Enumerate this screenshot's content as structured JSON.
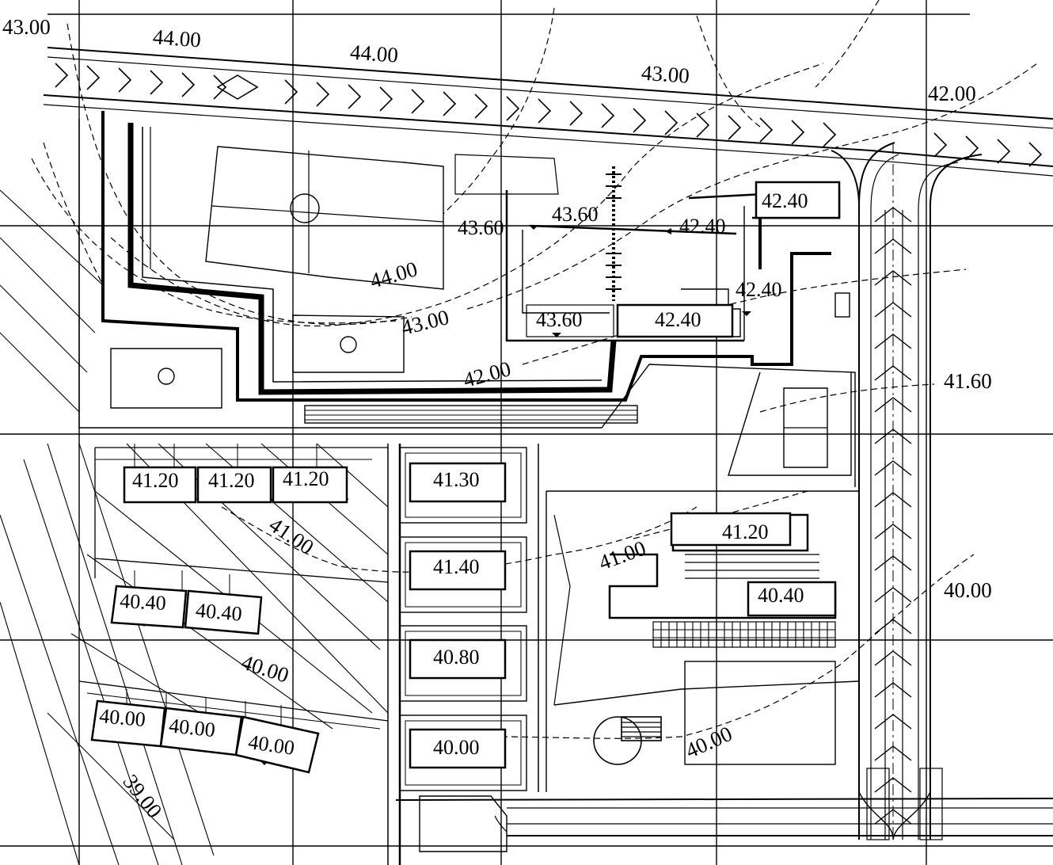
{
  "contour_labels": [
    {
      "id": "c-43-top-left",
      "text": "43.00"
    },
    {
      "id": "c-44-left",
      "text": "44.00"
    },
    {
      "id": "c-44-top",
      "text": "44.00"
    },
    {
      "id": "c-43-top",
      "text": "43.00"
    },
    {
      "id": "c-42-top-right",
      "text": "42.00"
    },
    {
      "id": "c-44-mid",
      "text": "44.00"
    },
    {
      "id": "c-43-mid",
      "text": "43.00"
    },
    {
      "id": "c-42-mid",
      "text": "42.00"
    },
    {
      "id": "c-41-60",
      "text": "41.60"
    },
    {
      "id": "c-41-left",
      "text": "41.00"
    },
    {
      "id": "c-41-right",
      "text": "41.00"
    },
    {
      "id": "c-40-right",
      "text": "40.00"
    },
    {
      "id": "c-40-left",
      "text": "40.00"
    },
    {
      "id": "c-40-bottom",
      "text": "40.00"
    },
    {
      "id": "c-39",
      "text": "39.00"
    }
  ],
  "platform_labels": [
    {
      "id": "p-43-60-a",
      "text": "43.60"
    },
    {
      "id": "p-43-60-b",
      "text": "43.60"
    },
    {
      "id": "p-43-60-c",
      "text": "43.60"
    },
    {
      "id": "p-42-40-a",
      "text": "42.40"
    },
    {
      "id": "p-42-40-b",
      "text": "42.40"
    },
    {
      "id": "p-42-40-c",
      "text": "42.40"
    },
    {
      "id": "p-42-40-d",
      "text": "42.40"
    },
    {
      "id": "p-41-20-a",
      "text": "41.20"
    },
    {
      "id": "p-41-20-b",
      "text": "41.20"
    },
    {
      "id": "p-41-20-c",
      "text": "41.20"
    },
    {
      "id": "p-41-30",
      "text": "41.30"
    },
    {
      "id": "p-41-40",
      "text": "41.40"
    },
    {
      "id": "p-41-20-d",
      "text": "41.20"
    },
    {
      "id": "p-40-40-a",
      "text": "40.40"
    },
    {
      "id": "p-40-40-b",
      "text": "40.40"
    },
    {
      "id": "p-40-40-c",
      "text": "40.40"
    },
    {
      "id": "p-40-80",
      "text": "40.80"
    },
    {
      "id": "p-40-00-a",
      "text": "40.00"
    },
    {
      "id": "p-40-00-b",
      "text": "40.00"
    },
    {
      "id": "p-40-00-c",
      "text": "40.00"
    },
    {
      "id": "p-40-00-d",
      "text": "40.00"
    }
  ]
}
